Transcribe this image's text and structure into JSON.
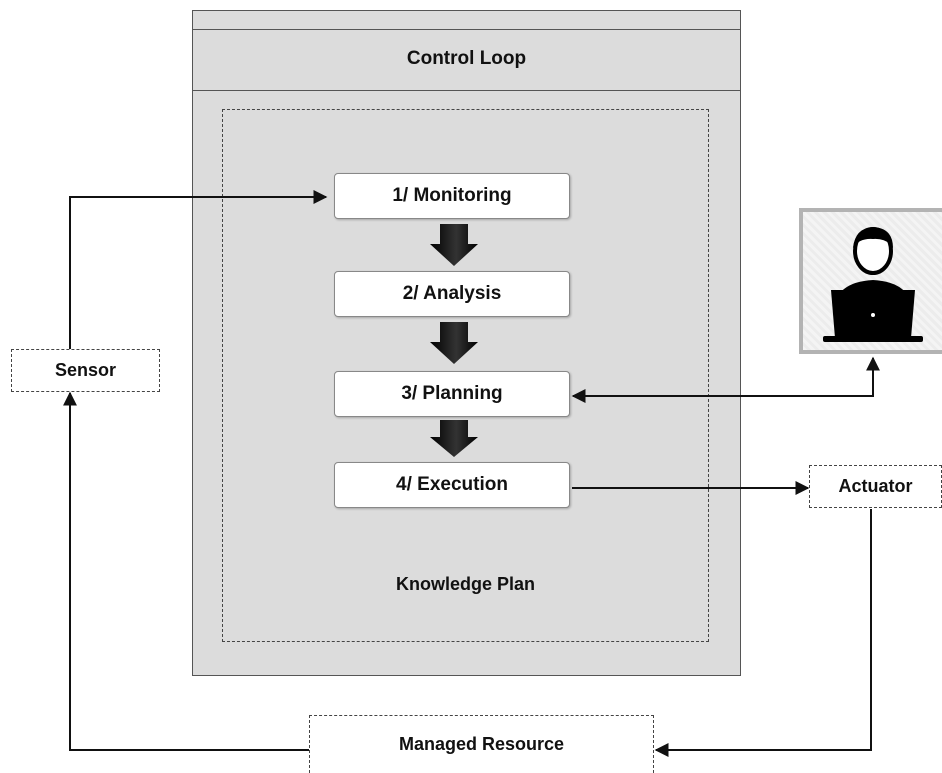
{
  "control_loop": {
    "title": "Control Loop"
  },
  "knowledge_plan": {
    "label": "Knowledge Plan"
  },
  "stages": [
    {
      "label": "1/ Monitoring"
    },
    {
      "label": "2/ Analysis"
    },
    {
      "label": "3/ Planning"
    },
    {
      "label": "4/ Execution"
    }
  ],
  "sensor": {
    "label": "Sensor"
  },
  "actuator": {
    "label": "Actuator"
  },
  "managed_resource": {
    "label": "Managed Resource"
  },
  "user": {
    "icon": "user-at-laptop-icon"
  },
  "colors": {
    "panel": "#dcdcdc",
    "line": "#111111",
    "block_arrow": "#111111"
  }
}
